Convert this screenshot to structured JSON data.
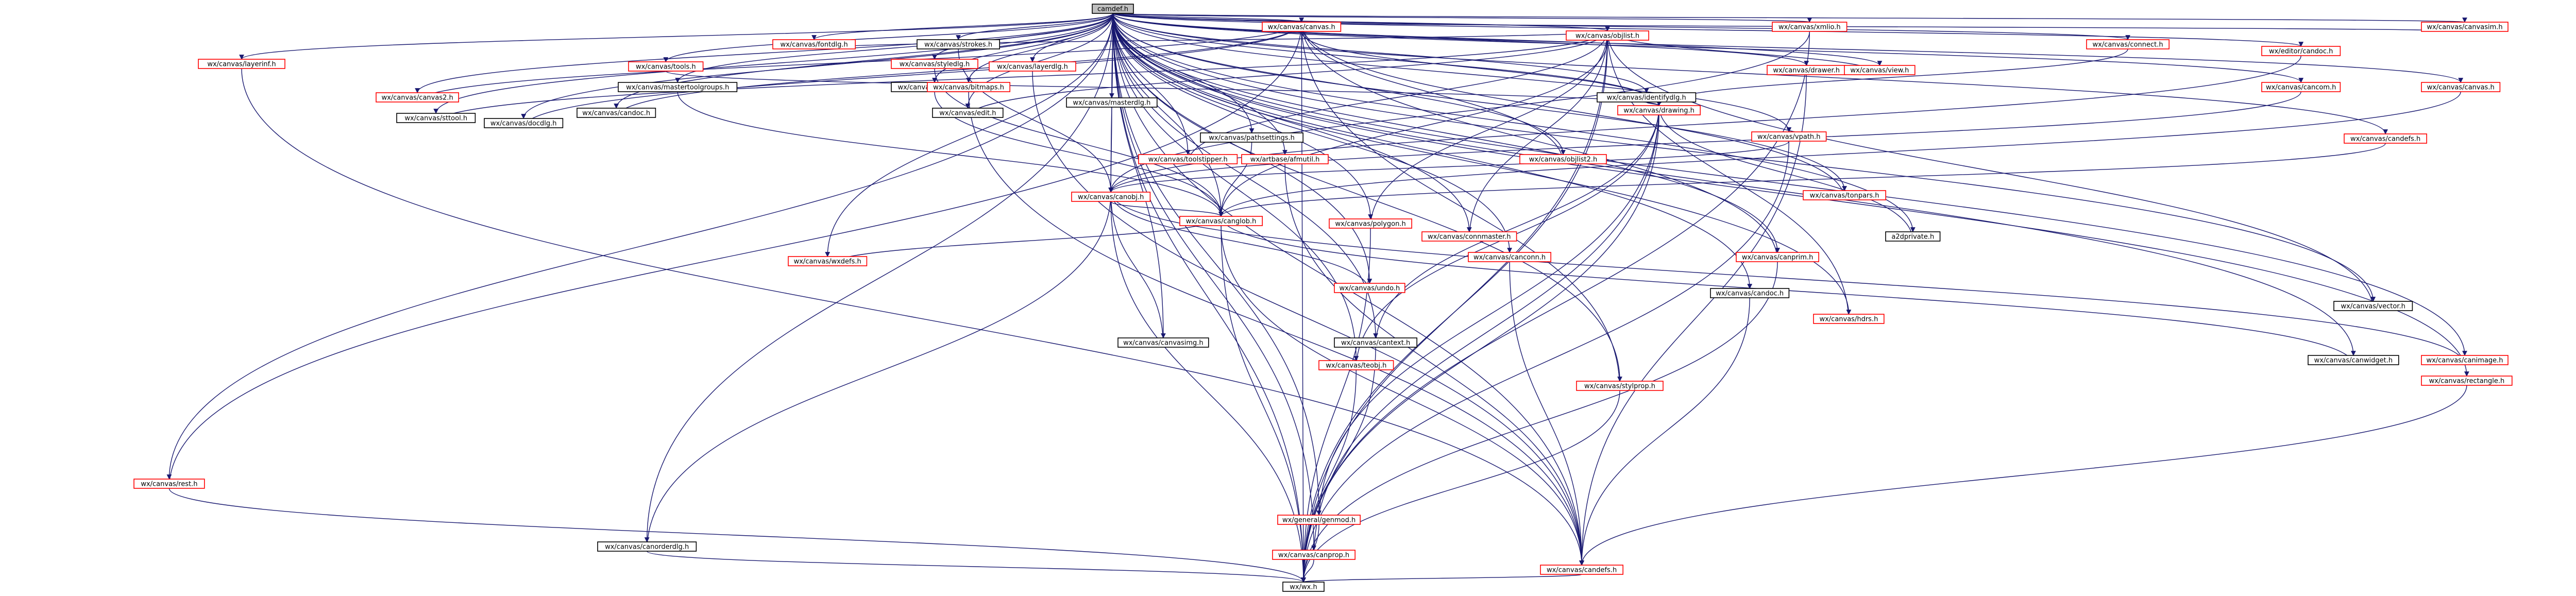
{
  "colors": {
    "root_fill": "#bfbfbf",
    "node_fill": "#ffffff",
    "border_black": "#000000",
    "border_red": "#ff0000",
    "edge_blue": "#191970"
  },
  "nodes": [
    {
      "id": "camdef",
      "label": "camdef.h",
      "border": "black",
      "root": true
    },
    {
      "id": "canvas",
      "label": "wx/canvas/canvas.h",
      "border": "red"
    },
    {
      "id": "xmlio",
      "label": "wx/canvas/xmlio.h",
      "border": "red"
    },
    {
      "id": "objlist",
      "label": "wx/canvas/objlist.h",
      "border": "red"
    },
    {
      "id": "candefs",
      "label": "wx/canvas/candefs.h",
      "border": "red"
    },
    {
      "id": "wx",
      "label": "wx/wx.h",
      "border": "black"
    },
    {
      "id": "candoc",
      "label": "wx/canvas/candoc.h",
      "border": "black"
    },
    {
      "id": "canprop",
      "label": "wx/canvas/canprop.h",
      "border": "red"
    },
    {
      "id": "strokes",
      "label": "wx/canvas/strokes.h",
      "border": "black"
    },
    {
      "id": "styledlg",
      "label": "wx/canvas/styledlg.h",
      "border": "red"
    },
    {
      "id": "layerinf",
      "label": "wx/canvas/layerinf.h",
      "border": "red"
    },
    {
      "id": "fontdlg",
      "label": "wx/canvas/fontdlg.h",
      "border": "red"
    },
    {
      "id": "canvas2",
      "label": "wx/canvas/canvas2.h",
      "border": "red"
    },
    {
      "id": "tools",
      "label": "wx/canvas/tools.h",
      "border": "red"
    },
    {
      "id": "undo",
      "label": "wx/canvas/undo.h",
      "border": "red"
    },
    {
      "id": "mastertoolgroups",
      "label": "wx/canvas/mastertoolgroups.h",
      "border": "black"
    },
    {
      "id": "drawer",
      "label": "wx/canvas/drawer.h",
      "border": "red"
    },
    {
      "id": "view",
      "label": "wx/canvas/view.h",
      "border": "red"
    },
    {
      "id": "camdraw",
      "label": "wx/canvas/canvasim.h",
      "border": "red"
    },
    {
      "id": "connect",
      "label": "wx/canvas/connect.h",
      "border": "red"
    },
    {
      "id": "cancom",
      "label": "wx/canvas/cancom.h",
      "border": "red"
    },
    {
      "id": "candefsc",
      "label": "wx/canvas/candefs.h",
      "border": "red"
    },
    {
      "id": "layerdlg",
      "label": "wx/canvas/layerdlg.h",
      "border": "red"
    },
    {
      "id": "sttool",
      "label": "wx/canvas/sttool.h",
      "border": "black"
    },
    {
      "id": "rest",
      "label": "wx/canvas/rest.h",
      "border": "red"
    },
    {
      "id": "genmod",
      "label": "wx/general/genmod.h",
      "border": "red"
    },
    {
      "id": "masterdlg",
      "label": "wx/canvas/masterdlg.h",
      "border": "black"
    },
    {
      "id": "groupdlg",
      "label": "wx/canvas/groupdlg.h",
      "border": "black"
    },
    {
      "id": "bitmaps",
      "label": "wx/canvas/bitmaps.h",
      "border": "red"
    },
    {
      "id": "edit",
      "label": "wx/canvas/edit.h",
      "border": "black"
    },
    {
      "id": "docdlg",
      "label": "wx/canvas/docdlg.h",
      "border": "black"
    },
    {
      "id": "identifydlg",
      "label": "wx/canvas/identifydlg.h",
      "border": "black"
    },
    {
      "id": "canorderdlg",
      "label": "wx/canvas/canorderdlg.h",
      "border": "black"
    },
    {
      "id": "pathsettings",
      "label": "wx/canvas/pathsettings.h",
      "border": "black"
    },
    {
      "id": "artbase",
      "label": "wx/artbase/afmutil.h",
      "border": "red"
    },
    {
      "id": "toolstipper",
      "label": "wx/canvas/toolstipper.h",
      "border": "red"
    },
    {
      "id": "objlist2",
      "label": "wx/canvas/objlist2.h",
      "border": "red"
    },
    {
      "id": "drawing",
      "label": "wx/canvas/drawing.h",
      "border": "red"
    },
    {
      "id": "vpath",
      "label": "wx/canvas/vpath.h",
      "border": "red"
    },
    {
      "id": "canobj",
      "label": "wx/canvas/canobj.h",
      "border": "red"
    },
    {
      "id": "canglob",
      "label": "wx/canvas/canglob.h",
      "border": "red"
    },
    {
      "id": "polygon",
      "label": "wx/canvas/polygon.h",
      "border": "red"
    },
    {
      "id": "canprim",
      "label": "wx/canvas/canprim.h",
      "border": "red"
    },
    {
      "id": "cantext",
      "label": "wx/canvas/cantext.h",
      "border": "black"
    },
    {
      "id": "canvasimg",
      "label": "wx/canvas/canvasimg.h",
      "border": "black"
    },
    {
      "id": "wxdefs",
      "label": "wx/canvas/wxdefs.h",
      "border": "red"
    },
    {
      "id": "candocm",
      "label": "wx/canvas/candoc.h",
      "border": "black"
    },
    {
      "id": "hdr",
      "label": "wx/canvas/hdrs.h",
      "border": "red"
    },
    {
      "id": "stylprop",
      "label": "wx/canvas/stylprop.h",
      "border": "red"
    },
    {
      "id": "teobj",
      "label": "wx/canvas/teobj.h",
      "border": "red"
    },
    {
      "id": "canimage",
      "label": "wx/canvas/canimage.h",
      "border": "red"
    },
    {
      "id": "canwidget",
      "label": "wx/canvas/canwidget.h",
      "border": "black"
    },
    {
      "id": "rectangle",
      "label": "wx/canvas/rectangle.h",
      "border": "red"
    },
    {
      "id": "vector",
      "label": "wx/canvas/vector.h",
      "border": "black"
    },
    {
      "id": "tonpars",
      "label": "wx/canvas/tonpars.h",
      "border": "red"
    },
    {
      "id": "a2dprivate",
      "label": "a2dprivate.h",
      "border": "black"
    },
    {
      "id": "editor",
      "label": "wx/editor/candoc.h",
      "border": "red"
    },
    {
      "id": "canvasfile",
      "label": "wx/canvas/canvas.h",
      "border": "red"
    },
    {
      "id": "canconn",
      "label": "wx/canvas/canconn.h",
      "border": "red"
    },
    {
      "id": "connmaster",
      "label": "wx/canvas/connmaster.h",
      "border": "red"
    }
  ]
}
